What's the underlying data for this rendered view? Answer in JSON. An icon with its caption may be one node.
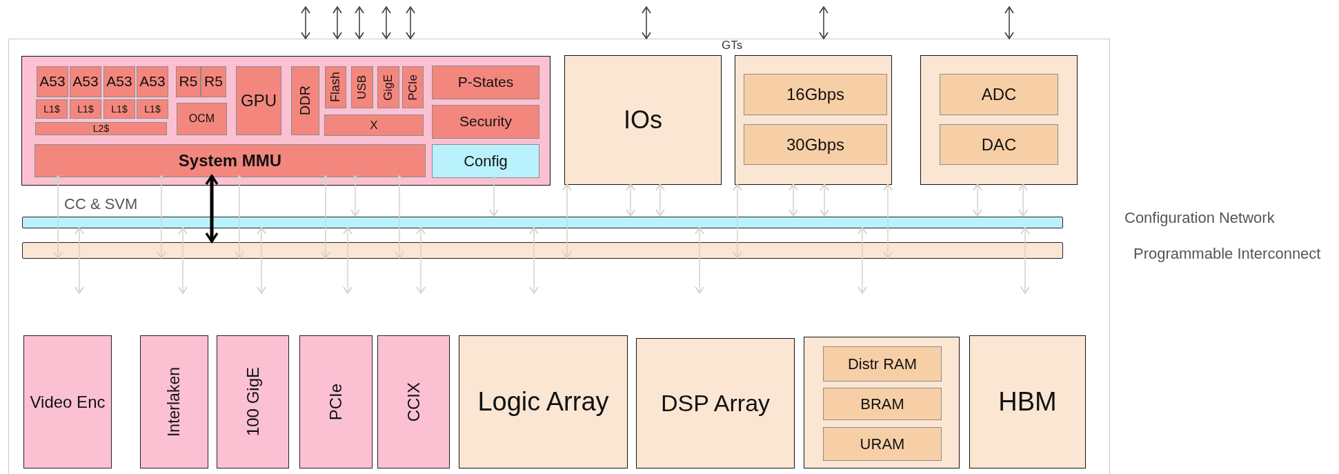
{
  "diagram": {
    "nodes": [
      {
        "text": [],
        "shape": "box"
      },
      {
        "text": [],
        "shape": "box",
        "in": 0
      },
      {
        "text": [
          "A53"
        ],
        "in": 1
      },
      {
        "text": [
          "A53"
        ],
        "in": 1
      },
      {
        "text": [
          "A53"
        ],
        "in": 1
      },
      {
        "text": [
          "A53"
        ],
        "in": 1
      },
      {
        "text": [
          "R5"
        ],
        "in": 1
      },
      {
        "text": [
          "R5"
        ],
        "in": 1
      },
      {
        "text": [
          "GPU"
        ],
        "in": 1
      },
      {
        "text": [
          "DDR"
        ],
        "in": 1
      },
      {
        "text": [
          "Flash"
        ],
        "in": 1
      },
      {
        "text": [
          "USB"
        ],
        "in": 1
      },
      {
        "text": [
          "GigE"
        ],
        "in": 1
      },
      {
        "text": [
          "PCIe"
        ],
        "in": 1
      },
      {
        "text": [
          "P-States"
        ],
        "in": 1
      },
      {
        "text": [
          "L1$"
        ],
        "in": 1
      },
      {
        "text": [
          "L1$"
        ],
        "in": 1
      },
      {
        "text": [
          "L1$"
        ],
        "in": 1
      },
      {
        "text": [
          "L1$"
        ],
        "in": 1
      },
      {
        "text": [
          "OCM"
        ],
        "in": 1
      },
      {
        "text": [
          "X"
        ],
        "in": 1
      },
      {
        "text": [
          "Security"
        ],
        "in": 1
      },
      {
        "text": [
          "L2$"
        ],
        "in": 1
      },
      {
        "text": [
          "System MMU"
        ],
        "in": 1
      },
      {
        "text": [
          "Config"
        ],
        "in": 1
      },
      {
        "text": [
          "IOs"
        ],
        "in": 0
      },
      {
        "text": [
          "GTs"
        ],
        "in": 0
      },
      {
        "text": [
          "16Gbps"
        ],
        "in": 26
      },
      {
        "text": [
          "30Gbps"
        ],
        "in": 26
      },
      {
        "text": [],
        "shape": "box",
        "in": 0
      },
      {
        "text": [
          "ADC"
        ],
        "in": 29
      },
      {
        "text": [
          "DAC"
        ],
        "in": 29
      },
      {
        "text": [],
        "shape": "bar",
        "in": 0
      },
      {
        "text": [],
        "shape": "bar",
        "in": 0
      },
      {
        "text": [
          "Video Enc"
        ],
        "in": 0
      },
      {
        "text": [
          "Interlaken"
        ],
        "in": 0
      },
      {
        "text": [
          "100 GigE"
        ],
        "in": 0
      },
      {
        "text": [
          "PCIe"
        ],
        "in": 0
      },
      {
        "text": [
          "CCIX"
        ],
        "in": 0
      },
      {
        "text": [
          "Logic Array"
        ],
        "in": 0
      },
      {
        "text": [
          "DSP Array"
        ],
        "in": 0
      },
      {
        "text": [],
        "shape": "box",
        "in": 0
      },
      {
        "text": [
          "Distr RAM"
        ],
        "in": 41
      },
      {
        "text": [
          "BRAM"
        ],
        "in": 41
      },
      {
        "text": [
          "URAM"
        ],
        "in": 41
      },
      {
        "text": [
          "HBM"
        ],
        "in": 0
      }
    ],
    "edges": [
      {
        "from": null,
        "to": 0,
        "arrow": "both",
        "color": "#444444"
      },
      {
        "from": null,
        "to": 0,
        "arrow": "both",
        "color": "#444444"
      },
      {
        "from": null,
        "to": 0,
        "arrow": "both",
        "color": "#444444"
      },
      {
        "from": null,
        "to": 0,
        "arrow": "both",
        "color": "#444444"
      },
      {
        "from": null,
        "to": 0,
        "arrow": "both",
        "color": "#444444"
      },
      {
        "from": null,
        "to": 0,
        "arrow": "both",
        "color": "#444444"
      },
      {
        "from": null,
        "to": 0,
        "arrow": "both",
        "color": "#444444"
      },
      {
        "from": null,
        "to": 0,
        "arrow": "both",
        "color": "#444444"
      },
      {
        "from": 23,
        "to": 33,
        "arrow": "both"
      },
      {
        "from": 23,
        "to": 33,
        "arrow": "both"
      },
      {
        "from": 23,
        "to": 33,
        "arrow": "both"
      },
      {
        "from": 23,
        "to": 33,
        "arrow": "both"
      },
      {
        "from": 23,
        "to": 33,
        "arrow": "both"
      },
      {
        "from": 23,
        "to": 32,
        "arrow": "both"
      },
      {
        "from": 24,
        "to": 32,
        "arrow": "both"
      },
      {
        "from": 32,
        "to": null,
        "arrow": "both"
      },
      {
        "from": 32,
        "to": null,
        "arrow": "both"
      },
      {
        "from": 32,
        "to": null,
        "arrow": "both"
      },
      {
        "from": 32,
        "to": null,
        "arrow": "both"
      },
      {
        "from": 32,
        "to": null,
        "arrow": "both"
      },
      {
        "from": 32,
        "to": null,
        "arrow": "both"
      },
      {
        "from": 32,
        "to": null,
        "arrow": "both"
      },
      {
        "from": 32,
        "to": null,
        "arrow": "both"
      },
      {
        "from": 32,
        "to": null,
        "arrow": "both"
      },
      {
        "from": 25,
        "to": 33,
        "arrow": "both"
      },
      {
        "from": 25,
        "to": 32,
        "arrow": "both"
      },
      {
        "from": 25,
        "to": 32,
        "arrow": "both"
      },
      {
        "from": 26,
        "to": 33,
        "arrow": "both"
      },
      {
        "from": 26,
        "to": 32,
        "arrow": "both"
      },
      {
        "from": 26,
        "to": 32,
        "arrow": "both"
      },
      {
        "from": 26,
        "to": 33,
        "arrow": "both"
      },
      {
        "from": 29,
        "to": 32,
        "arrow": "both"
      },
      {
        "from": 29,
        "to": 32,
        "arrow": "both"
      },
      {
        "from": 23,
        "to": 33,
        "arrow": "both",
        "style": "thick",
        "color": "#000000"
      }
    ],
    "labels": [
      "CC & SVM",
      "Configuration Network",
      "Programmable Interconnect"
    ]
  }
}
